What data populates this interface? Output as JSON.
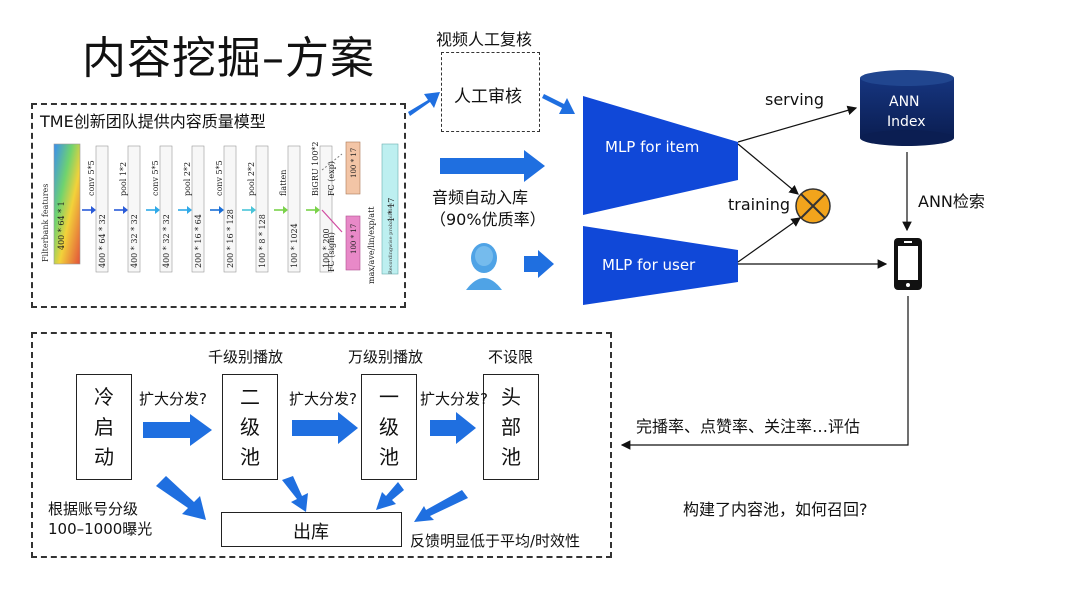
{
  "title": "内容挖掘–方案",
  "model_box": {
    "label": "TME创新团队提供内容质量模型",
    "layers": [
      {
        "top": "conv 5*5",
        "side": "400 * 64 * 32"
      },
      {
        "top": "pool 1*2",
        "side": "400 * 32 * 32"
      },
      {
        "top": "conv 5*5",
        "side": "400 * 32 * 32"
      },
      {
        "top": "pool 2*2",
        "side": "200 * 16 * 64"
      },
      {
        "top": "conv 5*5",
        "side": "200 * 16 * 128"
      },
      {
        "top": "pool 2*2",
        "side": "100 * 8 * 128"
      },
      {
        "top": "flatten",
        "side": "100 * 1024"
      },
      {
        "top": "BiGRU 100*2",
        "side": "100 * 200"
      }
    ],
    "input_label": "Filterbank features",
    "input_dim": "400 * 64 * 1",
    "fc_exp": "FC (exp)",
    "fc_sigm": "FC (sigm)",
    "att_dim1": "100 * 17",
    "att_dim2": "100 * 17",
    "pool_label": "max/ave/lin/exp/att",
    "out_dim": "1 * 17",
    "out_label": "Recordingwise probabilities"
  },
  "video_label": "视频人工复核",
  "manual_review": "人工审核",
  "audio_label_line1": "音频自动入库",
  "audio_label_line2": "（90%优质率）",
  "mlp_item": "MLP for item",
  "mlp_user": "MLP for user",
  "serving": "serving",
  "training": "training",
  "ann_line1": "ANN",
  "ann_line2": "Index",
  "ann_search": "ANN检索",
  "pool_box": {
    "cold": "冷启动",
    "second": "二级池",
    "first": "一级池",
    "head": "头部池",
    "expand": "扩大分发?",
    "thousand": "千级别播放",
    "tenthousand": "万级别播放",
    "unlimited": "不设限",
    "exit": "出库",
    "rule_line1": "根据账号分级",
    "rule_line2": "100–1000曝光",
    "feedback": "反馈明显低于平均/时效性"
  },
  "metrics": "完播率、点赞率、关注率…评估",
  "question": "构建了内容池，如何召回?",
  "colors": {
    "blue": "#1f6fe0",
    "trapezoid": "#1048d8",
    "cylinder": "#0e2a6e",
    "cross": "#f2a41c"
  }
}
